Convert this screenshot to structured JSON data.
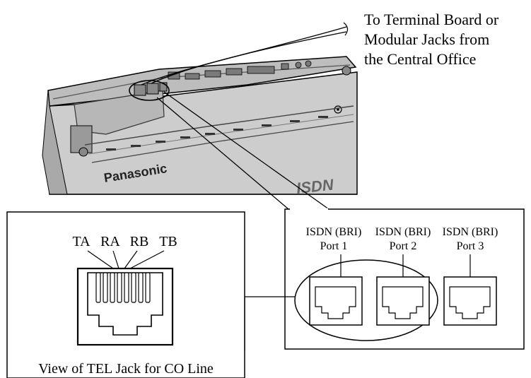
{
  "callout_top": {
    "line1": "To Terminal Board or",
    "line2": "Modular Jacks from",
    "line3": "the Central Office"
  },
  "unit": {
    "brand": "Panasonic",
    "badge_partial": "ISDN"
  },
  "tel_jack_view": {
    "pins": [
      "TA",
      "RA",
      "RB",
      "TB"
    ],
    "caption": "View of TEL Jack for CO Line"
  },
  "isdn_ports": [
    {
      "line1": "ISDN (BRI)",
      "line2": "Port 1"
    },
    {
      "line1": "ISDN (BRI)",
      "line2": "Port 2"
    },
    {
      "line1": "ISDN (BRI)",
      "line2": "Port 3"
    }
  ],
  "colors": {
    "housing": "#c9c9c9",
    "housing_dark": "#8e8e8e",
    "line": "#000000"
  }
}
